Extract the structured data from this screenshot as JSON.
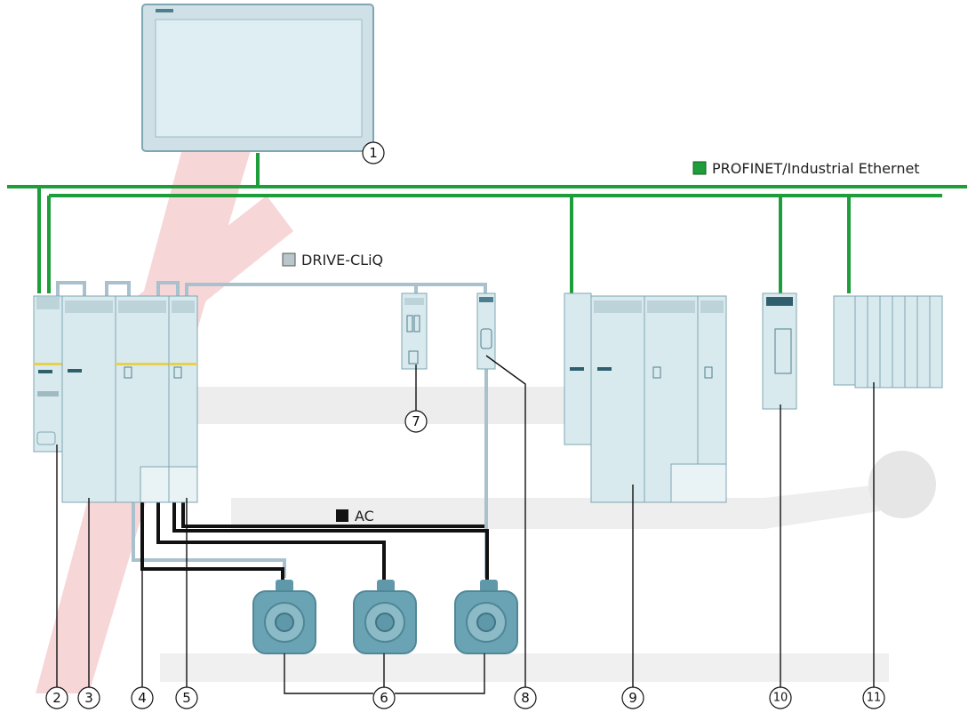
{
  "legend": {
    "profinet": "PROFINET/Industrial Ethernet",
    "drive_cliq": "DRIVE-CLiQ",
    "ac": "AC"
  },
  "callouts": [
    "1",
    "2",
    "3",
    "4",
    "5",
    "6",
    "7",
    "8",
    "9",
    "10",
    "11"
  ],
  "colors": {
    "profinet": "#1e9e3a",
    "drive_cliq": "#a9c1cc",
    "ac": "#111111",
    "device_body": "#d9eaee",
    "device_edge": "#7fa6b3",
    "motor": "#6aa4b4",
    "watermark_red": "#f3c9cc",
    "watermark_gray": "#e6e6e6"
  }
}
